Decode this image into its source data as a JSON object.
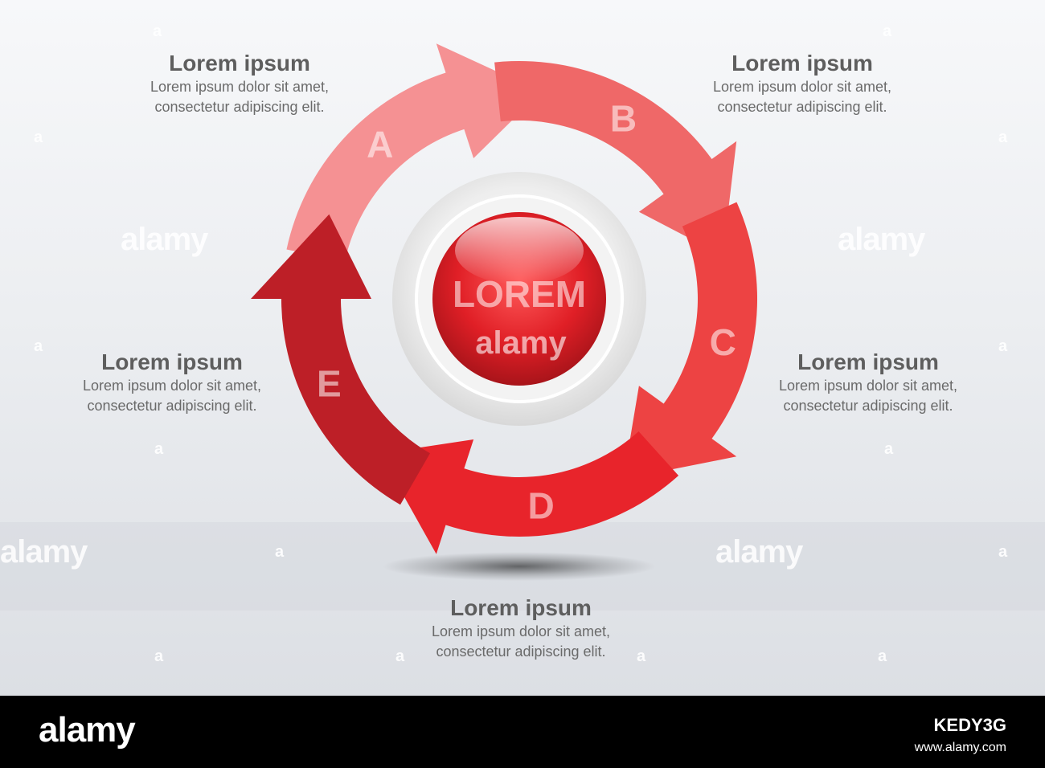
{
  "center": {
    "label": "LOREM"
  },
  "segments": [
    {
      "letter": "A",
      "color": "#f59193"
    },
    {
      "letter": "B",
      "color": "#ef6868"
    },
    {
      "letter": "C",
      "color": "#ed4343"
    },
    {
      "letter": "D",
      "color": "#e8242b"
    },
    {
      "letter": "E",
      "color": "#bd1f27"
    }
  ],
  "callouts": {
    "a": {
      "title": "Lorem ipsum",
      "line1": "Lorem ipsum dolor sit amet,",
      "line2": "consectetur adipiscing elit."
    },
    "b": {
      "title": "Lorem ipsum",
      "line1": "Lorem ipsum dolor sit amet,",
      "line2": "consectetur adipiscing elit."
    },
    "c": {
      "title": "Lorem ipsum",
      "line1": "Lorem ipsum dolor sit amet,",
      "line2": "consectetur adipiscing elit."
    },
    "d": {
      "title": "Lorem ipsum",
      "line1": "Lorem ipsum dolor sit amet,",
      "line2": "consectetur adipiscing elit."
    },
    "e": {
      "title": "Lorem ipsum",
      "line1": "Lorem ipsum dolor sit amet,",
      "line2": "consectetur adipiscing elit."
    }
  },
  "watermark": {
    "text": "alamy",
    "small": "a"
  },
  "footer": {
    "logo": "alamy",
    "image_id": "KEDY3G",
    "site": "www.alamy.com"
  }
}
